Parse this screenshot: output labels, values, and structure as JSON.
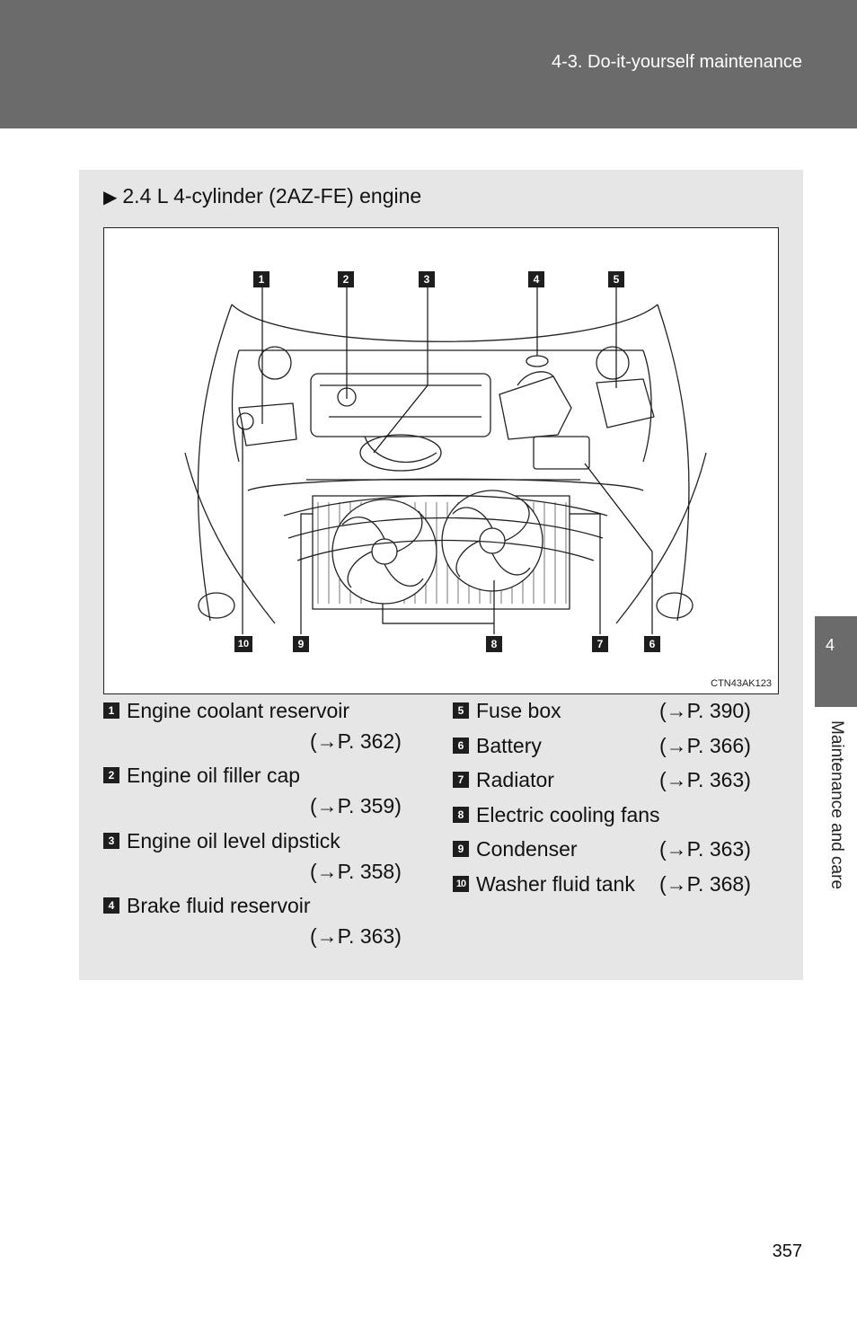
{
  "header": {
    "section": "4-3. Do-it-yourself maintenance"
  },
  "side_tab": {
    "number": "4",
    "label": "Maintenance and care"
  },
  "panel": {
    "title_marker": "▶",
    "title": "2.4 L 4-cylinder (2AZ-FE) engine"
  },
  "figure": {
    "code": "CTN43AK123",
    "callouts": [
      "1",
      "2",
      "3",
      "4",
      "5",
      "6",
      "7",
      "8",
      "9",
      "10"
    ]
  },
  "legend_left": [
    {
      "num": "1",
      "label": "Engine coolant reservoir",
      "ref": "(→P. 362)"
    },
    {
      "num": "2",
      "label": "Engine oil filler cap",
      "ref": "(→P. 359)"
    },
    {
      "num": "3",
      "label": "Engine oil level dipstick",
      "ref": "(→P. 358)"
    },
    {
      "num": "4",
      "label": "Brake fluid reservoir",
      "ref": "(→P. 363)"
    }
  ],
  "legend_right": [
    {
      "num": "5",
      "label": "Fuse box",
      "ref": "(→P. 390)"
    },
    {
      "num": "6",
      "label": "Battery",
      "ref": "(→P. 366)"
    },
    {
      "num": "7",
      "label": "Radiator",
      "ref": "(→P. 363)"
    },
    {
      "num": "8",
      "label": "Electric cooling fans",
      "ref": ""
    },
    {
      "num": "9",
      "label": "Condenser",
      "ref": "(→P. 363)"
    },
    {
      "num": "10",
      "label": "Washer fluid tank",
      "ref": "(→P. 368)"
    }
  ],
  "page_number": "357"
}
